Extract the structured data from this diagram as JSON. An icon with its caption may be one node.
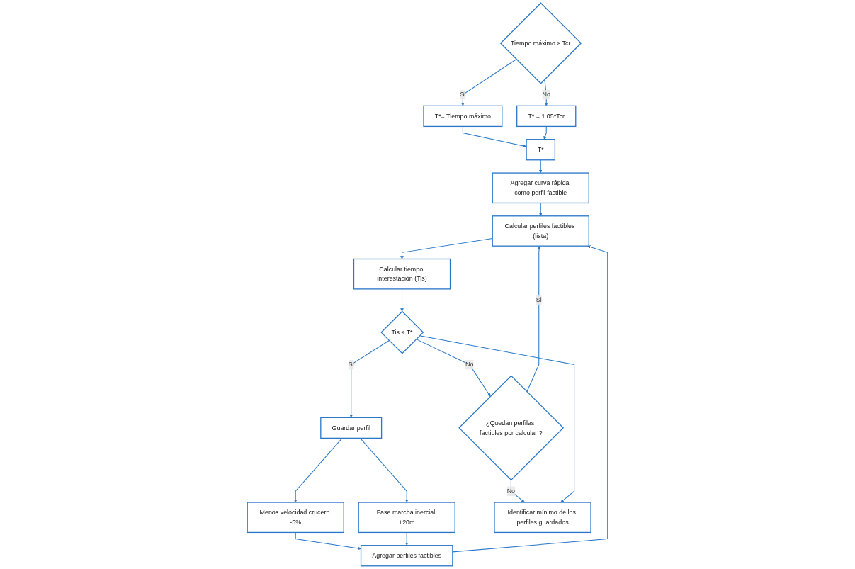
{
  "diagram": {
    "nodes": [
      {
        "text": [
          "Tiempo máximo ≥ Tcr"
        ]
      },
      {
        "text": [
          "T*= Tiempo máximo"
        ]
      },
      {
        "text": [
          "T*"
        ]
      },
      {
        "text": [
          "T* = 1.05*Tcr"
        ]
      },
      {
        "text": [
          "Agregar curva rápida como perfil factible"
        ]
      },
      {
        "text": [
          "Calcular perfiles factibles (lista)"
        ]
      },
      {
        "text": [
          "Agregar perfiles factibles"
        ]
      },
      {
        "text": [
          "Menos velocidad crucero -5%"
        ]
      },
      {
        "text": [
          "Fase marcha inercial +20m"
        ]
      },
      {
        "text": [
          "Calcular tiempo interestación (Tis)"
        ]
      },
      {
        "text": [
          "¿Quedan perfiles factibles por calcular ?"
        ]
      },
      {
        "text": [
          "Tis ≤ T*"
        ]
      },
      {
        "text": [
          "Guardar perfil"
        ]
      },
      {
        "text": [
          "Identificar mínimo de los perfiles guardados"
        ]
      }
    ],
    "edges": [
      {
        "from": 0,
        "to": 1,
        "arrow": "to",
        "label": "Si"
      },
      {
        "from": 0,
        "to": 3,
        "arrow": "to",
        "label": "No"
      },
      {
        "from": 1,
        "to": 2,
        "arrow": "to"
      },
      {
        "from": 3,
        "to": 2,
        "arrow": "to"
      },
      {
        "from": 2,
        "to": 4,
        "arrow": "to"
      },
      {
        "from": 4,
        "to": 5,
        "arrow": "to"
      },
      {
        "from": 6,
        "to": 5,
        "arrow": "to"
      },
      {
        "from": 5,
        "to": 9,
        "arrow": "to"
      },
      {
        "from": 9,
        "to": 11,
        "arrow": "to"
      },
      {
        "from": 11,
        "to": 10,
        "arrow": "to",
        "label": "No"
      },
      {
        "from": 11,
        "to": 12,
        "arrow": "to",
        "label": "Si"
      },
      {
        "from": 12,
        "to": 7,
        "arrow": "to"
      },
      {
        "from": 12,
        "to": 8,
        "arrow": "to"
      },
      {
        "from": 7,
        "to": 6,
        "arrow": "to"
      },
      {
        "from": 8,
        "to": 6,
        "arrow": "to"
      },
      {
        "from": 10,
        "to": 5,
        "arrow": "to",
        "label": "Si"
      },
      {
        "from": 10,
        "to": 13,
        "arrow": "to",
        "label": "No"
      },
      {
        "from": 11,
        "to": 13,
        "arrow": "to"
      }
    ]
  }
}
